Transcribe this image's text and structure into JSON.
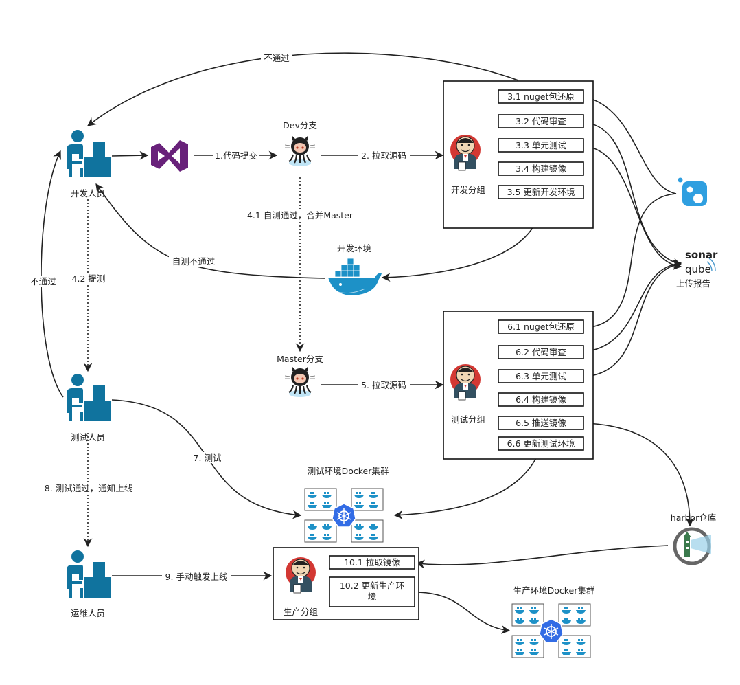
{
  "actors": {
    "developer": "开发人员",
    "tester": "测试人员",
    "ops": "运维人员"
  },
  "branches": {
    "dev": "Dev分支",
    "master": "Master分支"
  },
  "environments": {
    "dev_env": "开发环境",
    "test_cluster": "测试环境Docker集群",
    "prod_cluster": "生产环境Docker集群"
  },
  "tools": {
    "sonar_top": "sonar",
    "sonar_bottom": "qube",
    "sonar_caption": "上传报告",
    "harbor": "harbor仓库"
  },
  "groups": {
    "dev": {
      "label": "开发分组",
      "steps": [
        "3.1 nuget包还原",
        "3.2 代码审查",
        "3.3 单元测试",
        "3.4 构建镜像",
        "3.5 更新开发环境"
      ]
    },
    "test": {
      "label": "测试分组",
      "steps": [
        "6.1 nuget包还原",
        "6.2 代码审查",
        "6.3 单元测试",
        "6.4 构建镜像",
        "6.5 推送镜像",
        "6.6 更新测试环境"
      ]
    },
    "prod": {
      "label": "生产分组",
      "steps": [
        "10.1 拉取镜像",
        "10.2 更新生产环",
        "境"
      ]
    }
  },
  "edges": {
    "top_fail": "不通过",
    "commit": "1.代码提交",
    "pull_dev": "2. 拉取源码",
    "merge": "4.1 自测通过，合并Master",
    "self_fail": "自测不通过",
    "submit_test": "4.2 提测",
    "left_fail": "不通过",
    "pull_master": "5. 拉取源码",
    "test": "7. 测试",
    "notify": "8. 测试通过，通知上线",
    "manual": "9. 手动触发上线"
  },
  "colors": {
    "person": "#10739e",
    "vs": "#68217a",
    "docker": "#1d91c7",
    "k8s": "#326ce5",
    "jenkins_red": "#d33833",
    "octo": "#222222",
    "nuget": "#2f9fe0",
    "harbor_green": "#3b7a4d"
  }
}
